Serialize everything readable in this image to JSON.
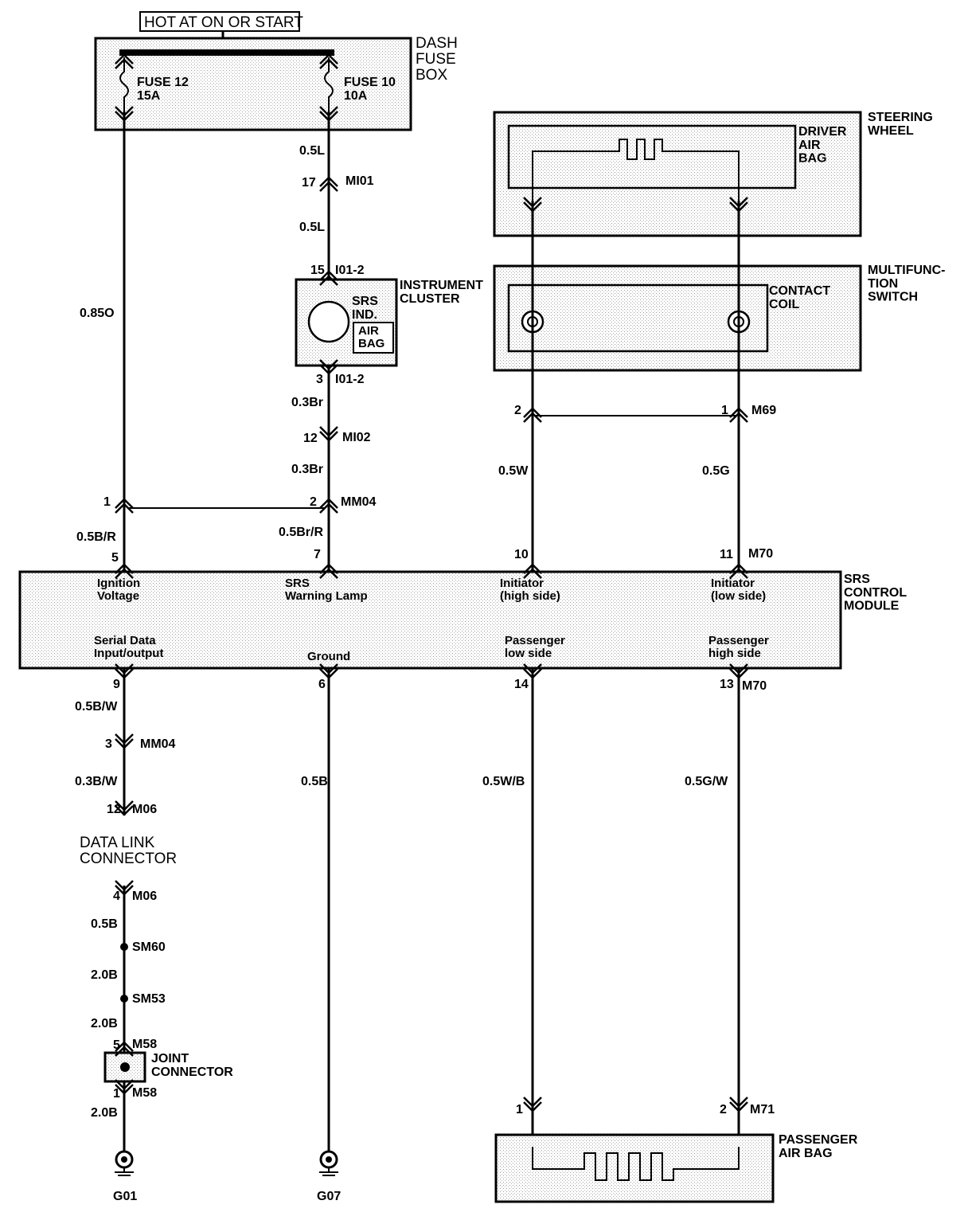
{
  "header": "HOT AT ON OR START",
  "components": {
    "dash_fuse_box": "DASH\nFUSE\nBOX",
    "fuse_12": "FUSE 12\n15A",
    "fuse_10": "FUSE 10\n10A",
    "steering_wheel": "STEERING\nWHEEL",
    "driver_air_bag": "DRIVER\nAIR\nBAG",
    "multifunction_switch": "MULTIFUNC-\nTION\nSWITCH",
    "contact_coil": "CONTACT\nCOIL",
    "instrument_cluster": "INSTRUMENT\nCLUSTER",
    "srs_ind": "SRS\nIND.",
    "air_bag_lamp": "AIR\nBAG",
    "srs_control_module": "SRS\nCONTROL\nMODULE",
    "data_link_connector": "DATA LINK\nCONNECTOR",
    "joint_connector": "JOINT\nCONNECTOR",
    "passenger_air_bag": "PASSENGER\nAIR BAG"
  },
  "module_terminals": {
    "ignition_voltage": "Ignition\nVoltage",
    "srs_warning_lamp": "SRS\nWarning Lamp",
    "initiator_high": "Initiator\n(high side)",
    "initiator_low": "Initiator\n(low side)",
    "serial_data": "Serial Data\nInput/output",
    "ground": "Ground",
    "passenger_low": "Passenger\nlow side",
    "passenger_high": "Passenger\nhigh side"
  },
  "wires": {
    "w_05L_a": "0.5L",
    "w_05L_b": "0.5L",
    "w_085O": "0.85O",
    "w_03Br_a": "0.3Br",
    "w_03Br_b": "0.3Br",
    "w_05BR": "0.5B/R",
    "w_05BrR": "0.5Br/R",
    "w_05W": "0.5W",
    "w_05G": "0.5G",
    "w_05BW": "0.5B/W",
    "w_03BW": "0.3B/W",
    "w_05B": "0.5B",
    "w_05WB": "0.5W/B",
    "w_05GW": "0.5G/W",
    "w_05B_dlc": "0.5B",
    "w_20B_a": "2.0B",
    "w_20B_b": "2.0B",
    "w_20B_c": "2.0B"
  },
  "connectors": {
    "mi01": "MI01",
    "i012_top": "I01-2",
    "i012_bot": "I01-2",
    "mi02": "MI02",
    "mm04_a": "MM04",
    "m69": "M69",
    "m70_top": "M70",
    "m70_bot": "M70",
    "mm04_b": "MM04",
    "m06_a": "M06",
    "m06_b": "M06",
    "sm60": "SM60",
    "sm53": "SM53",
    "m58_a": "M58",
    "m58_b": "M58",
    "m71": "M71"
  },
  "pins": {
    "p17": "17",
    "p15": "15",
    "p3": "3",
    "p12a": "12",
    "p1a": "1",
    "p2a": "2",
    "p5": "5",
    "p7": "7",
    "p2b": "2",
    "p1b": "1",
    "p10": "10",
    "p11": "11",
    "p9": "9",
    "p6": "6",
    "p14": "14",
    "p13": "13",
    "p3b": "3",
    "p12b": "12",
    "p4": "4",
    "p5b": "5",
    "p1c": "1",
    "p1d": "1",
    "p2c": "2"
  },
  "grounds": {
    "g01": "G01",
    "g07": "G07"
  }
}
